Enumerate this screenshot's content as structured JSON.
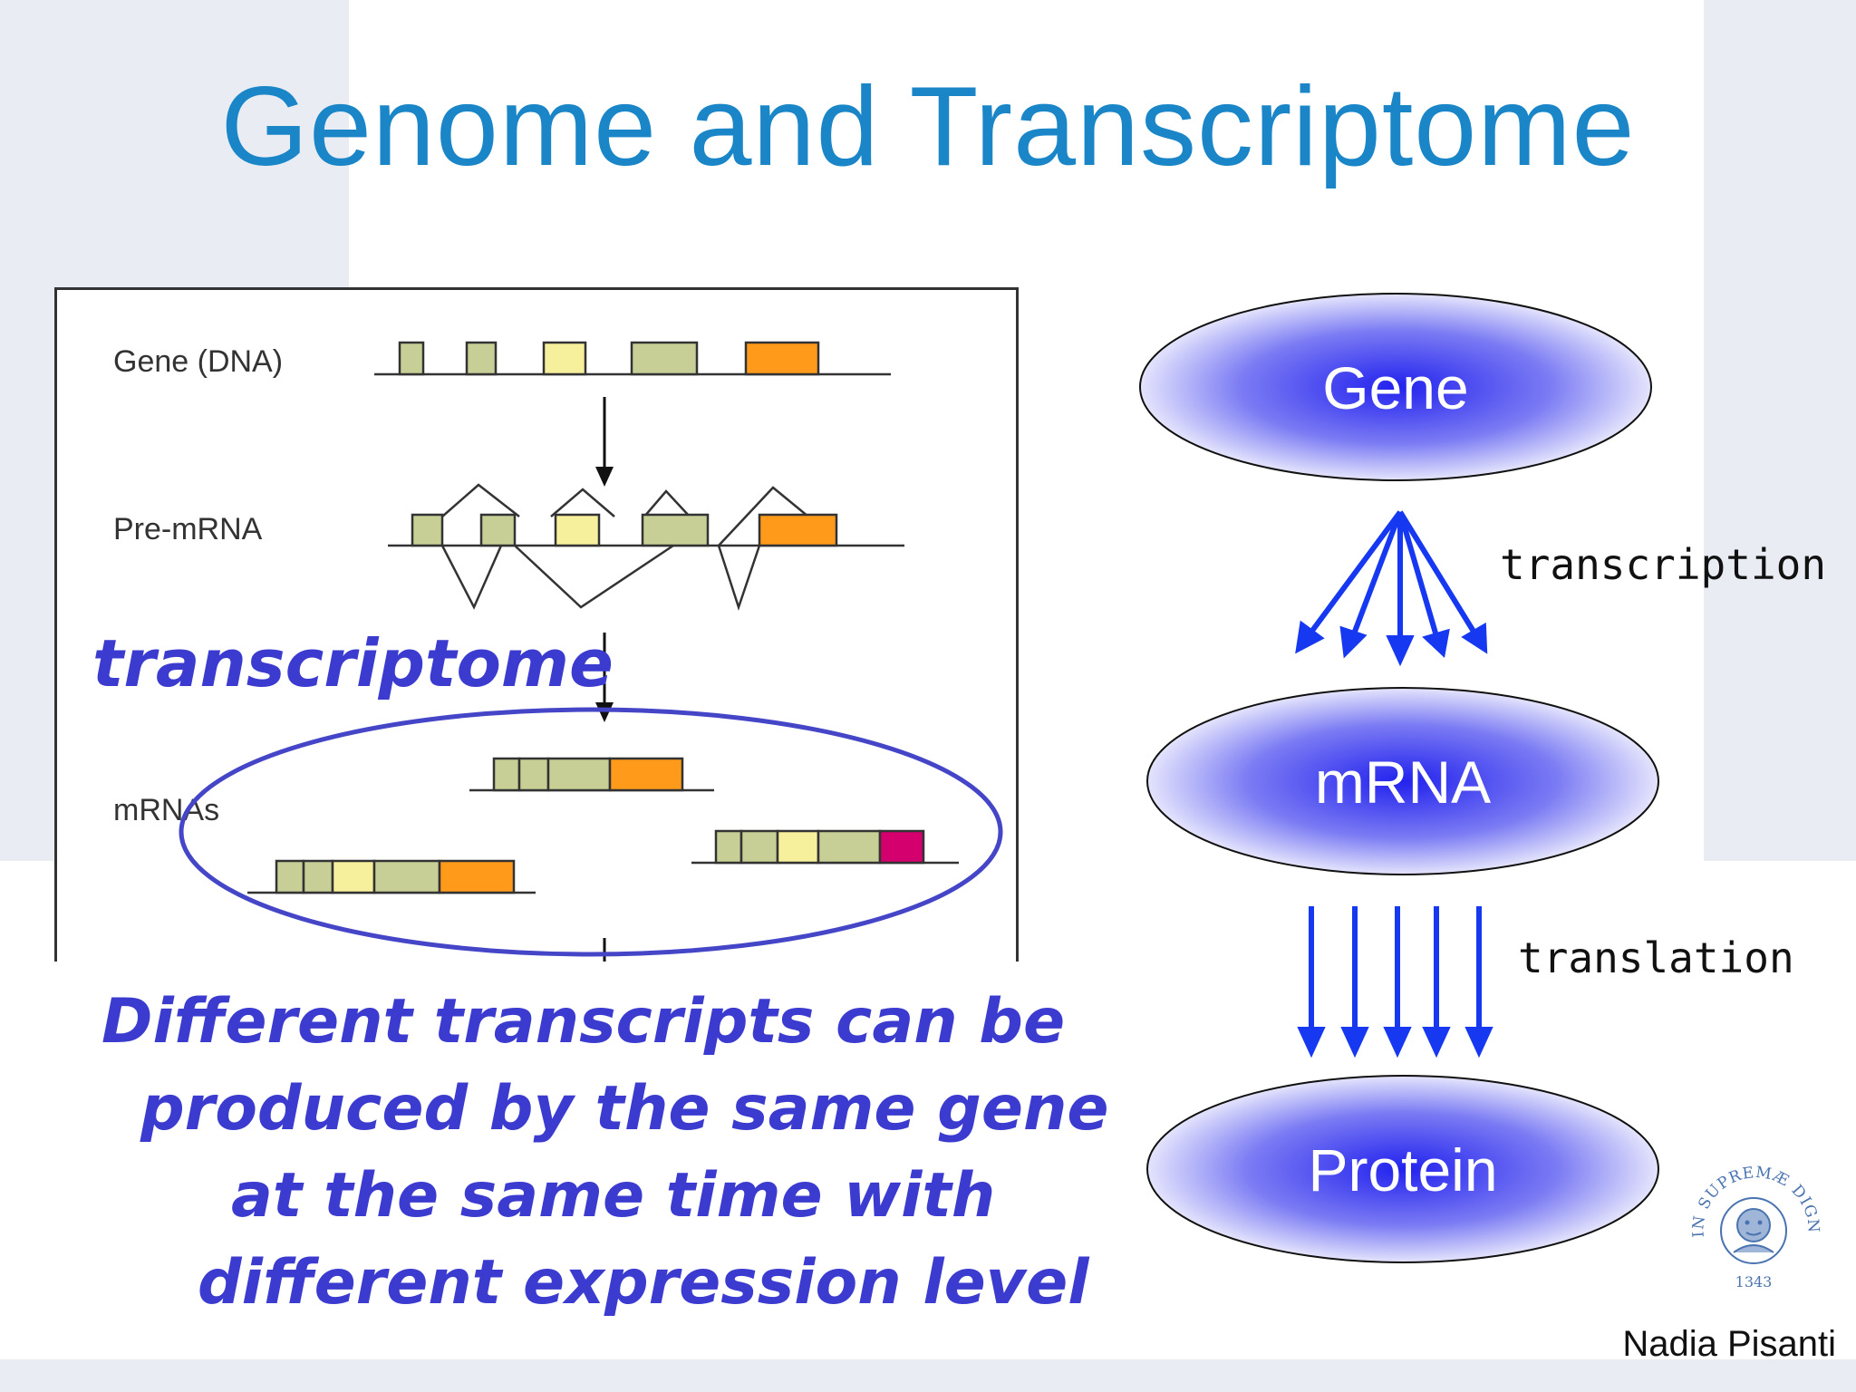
{
  "title": "Genome and Transcriptome",
  "figure": {
    "labels": {
      "gene_dna": "Gene (DNA)",
      "pre_mrna": "Pre-mRNA",
      "mrnas": "mRNAs"
    }
  },
  "transcriptome_label": "transcriptome",
  "caption": {
    "lines": [
      "Different transcripts can be",
      "produced by the same gene",
      "at the same time with",
      "different expression level"
    ]
  },
  "flow": {
    "gene": "Gene",
    "mrna": "mRNA",
    "protein": "Protein",
    "transcription": "transcription",
    "translation": "translation"
  },
  "seal": {
    "text": "IN SUPREMÆ DIGNITATIS",
    "year": "1343"
  },
  "author": "Nadia Pisanti",
  "colors": {
    "title": "#1a86c8",
    "handwriting_blue": "#3b3bd0",
    "arrow_blue": "#1638f0",
    "exon_green": "#c8cf96",
    "exon_yellow": "#f6ef9c",
    "exon_orange": "#ff9a1a",
    "exon_magenta": "#d4006e"
  }
}
